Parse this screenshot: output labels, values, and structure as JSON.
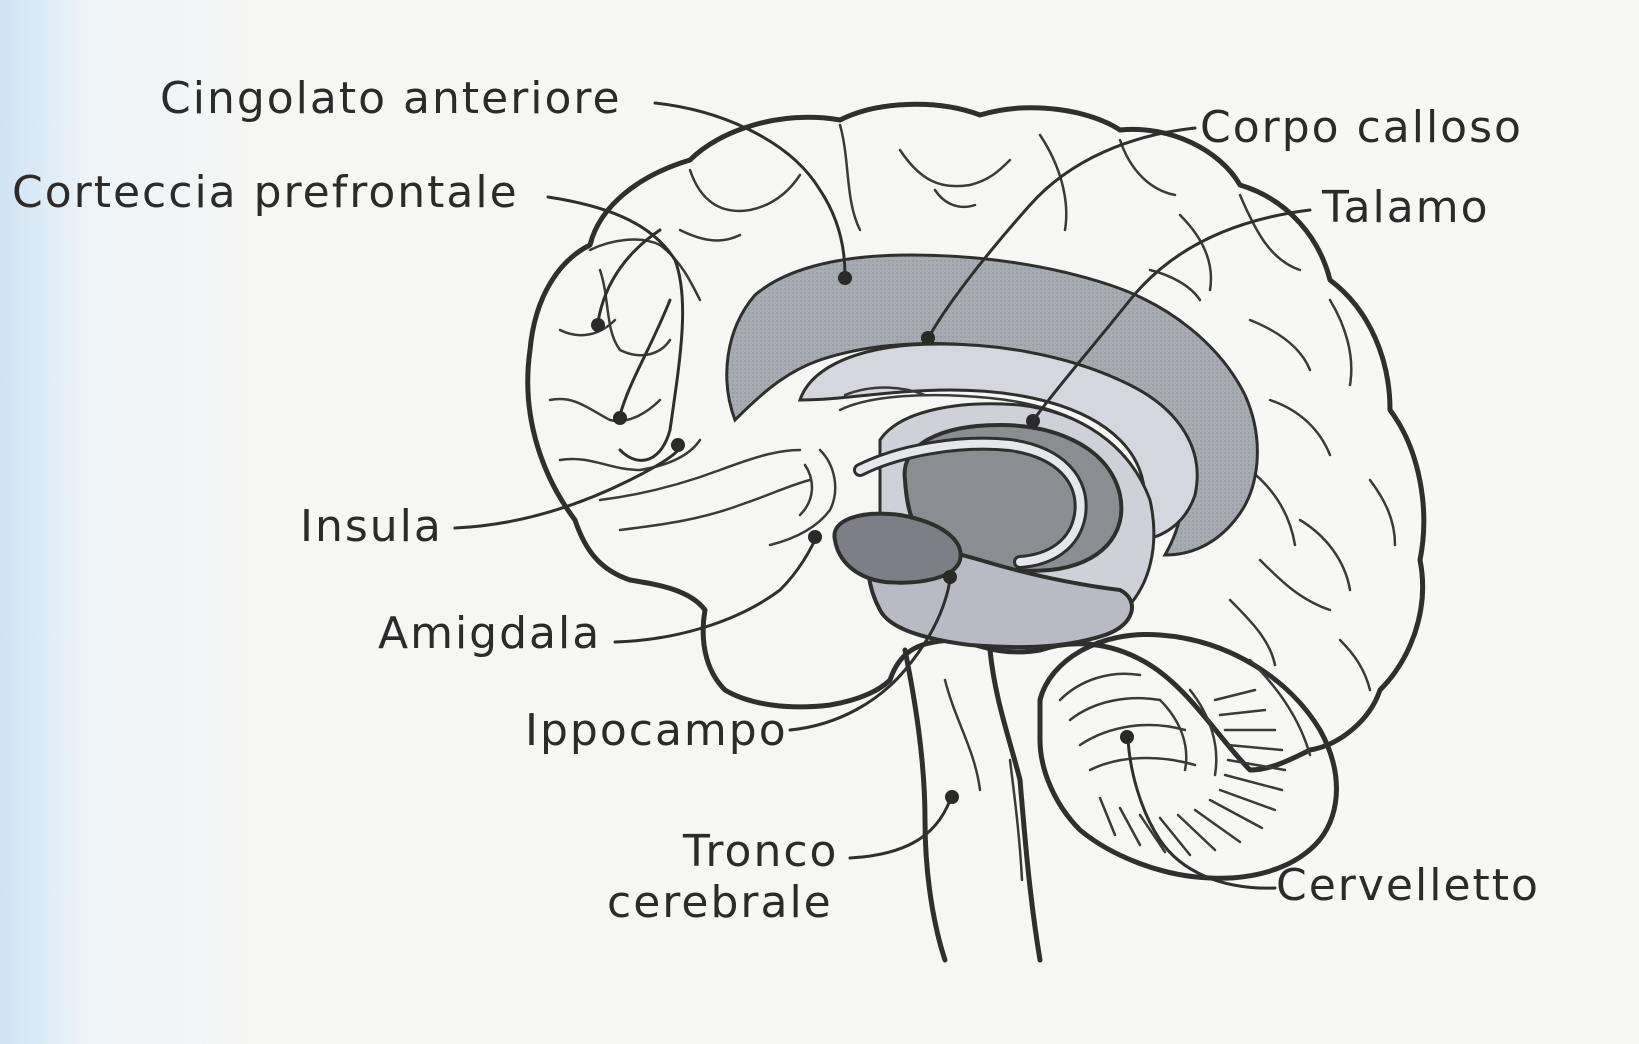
{
  "labels": {
    "cingolato": "Cingolato anteriore",
    "corteccia": "Corteccia prefrontale",
    "insula": "Insula",
    "amigdala": "Amigdala",
    "ippocampo": "Ippocampo",
    "tronco_1": "Tronco",
    "tronco_2": "cerebrale",
    "corpo": "Corpo calloso",
    "talamo": "Talamo",
    "cervelletto": "Cervelletto"
  },
  "colors": {
    "outline": "#2f2f2f",
    "cingulate_fill": "#a9abb2",
    "callosum_fill": "#d5d6de",
    "thalamus_fill": "#8c8d93",
    "limbic_fill": "#b9bac4",
    "amygdala_fill": "#7e7f86"
  }
}
